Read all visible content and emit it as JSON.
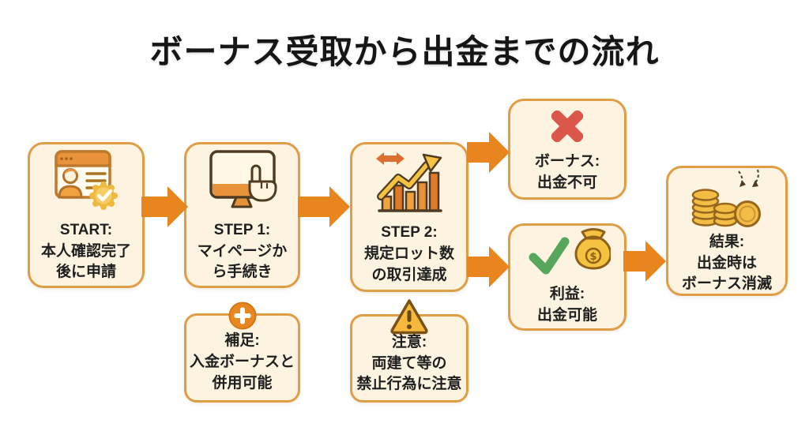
{
  "title": "ボーナス受取から出金までの流れ",
  "colors": {
    "background": "#ffffff",
    "box_fill": "#fcf3e0",
    "box_border": "#df9d46",
    "arrow_orange": "#e8851e",
    "title_text": "#161616",
    "label_text": "#1f1f1f",
    "cross_red": "#db5749",
    "check_green": "#56a75c",
    "coin_gold": "#f2bc45",
    "coin_outline": "#96661d",
    "plus_badge_orange": "#e8861f",
    "warning_yellow": "#f6b93c",
    "icon_outline_dark": "#4e3b22",
    "icon_orange": "#e8923c"
  },
  "nodes": {
    "start": {
      "label": "START:\n本人確認完了\n後に申請",
      "icon": "identity-verification-icon"
    },
    "step1": {
      "label": "STEP 1:\nマイページか\nら手続き",
      "icon": "mypage-monitor-click-icon"
    },
    "step2": {
      "label": "STEP 2:\n規定ロット数\nの取引達成",
      "icon": "trading-volume-chart-icon"
    },
    "bonus": {
      "label": "ボーナス:\n出金不可",
      "icon": "cross-icon"
    },
    "profit": {
      "label": "利益:\n出金可能",
      "icon": "check-moneybag-icon"
    },
    "result": {
      "label": "結果:\n出金時は\nボーナス消滅",
      "icon": "coins-icon"
    },
    "note": {
      "label": "補足:\n入金ボーナスと\n併用可能",
      "icon": "plus-icon"
    },
    "caution": {
      "label": "注意:\n両建て等の\n禁止行為に注意",
      "icon": "warning-icon"
    }
  }
}
